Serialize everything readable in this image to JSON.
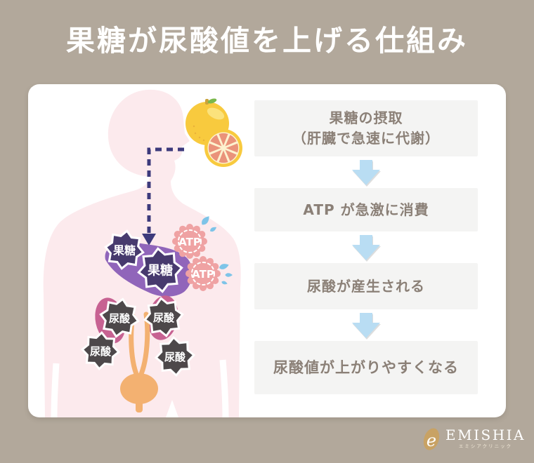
{
  "title": "果糖が尿酸値を上げる仕組み",
  "body_diagram": {
    "fructose_badges": [
      "果糖",
      "果糖"
    ],
    "atp_badges": [
      "ATP",
      "ATP"
    ],
    "uric_acid_badges": [
      "尿酸",
      "尿酸",
      "尿酸",
      "尿酸"
    ]
  },
  "flowchart": {
    "steps": [
      {
        "line1": "果糖の摂取",
        "line2": "（肝臓で急速に代謝）"
      },
      {
        "line1": "ATP が急激に消費"
      },
      {
        "line1": "尿酸が産生される"
      },
      {
        "line1": "尿酸値が上がりやすくなる"
      }
    ]
  },
  "footer": {
    "brand": "EMISHIA",
    "brand_sub": "エミシアクリニック",
    "mark": "e"
  },
  "colors": {
    "background": "#b2a89b",
    "card": "#ffffff",
    "flow_box_bg": "#f4f4f3",
    "flow_text": "#8b8077",
    "arrow_blue": "#b9ddf3",
    "body_silhouette": "#fceaed",
    "liver_purple": "#9065ba",
    "fructose_badge": "#473a6e",
    "atp_badge_pink": "#efa2a3",
    "droplet_blue": "#7ec4e8",
    "kidney_pink": "#c76292",
    "uric_badge_gray": "#4d484a",
    "bladder_orange": "#f3b171",
    "dashed_line": "#3d3a7c",
    "fruit_yellow": "#f8ca3e",
    "logo_gold": "#c8a264"
  }
}
